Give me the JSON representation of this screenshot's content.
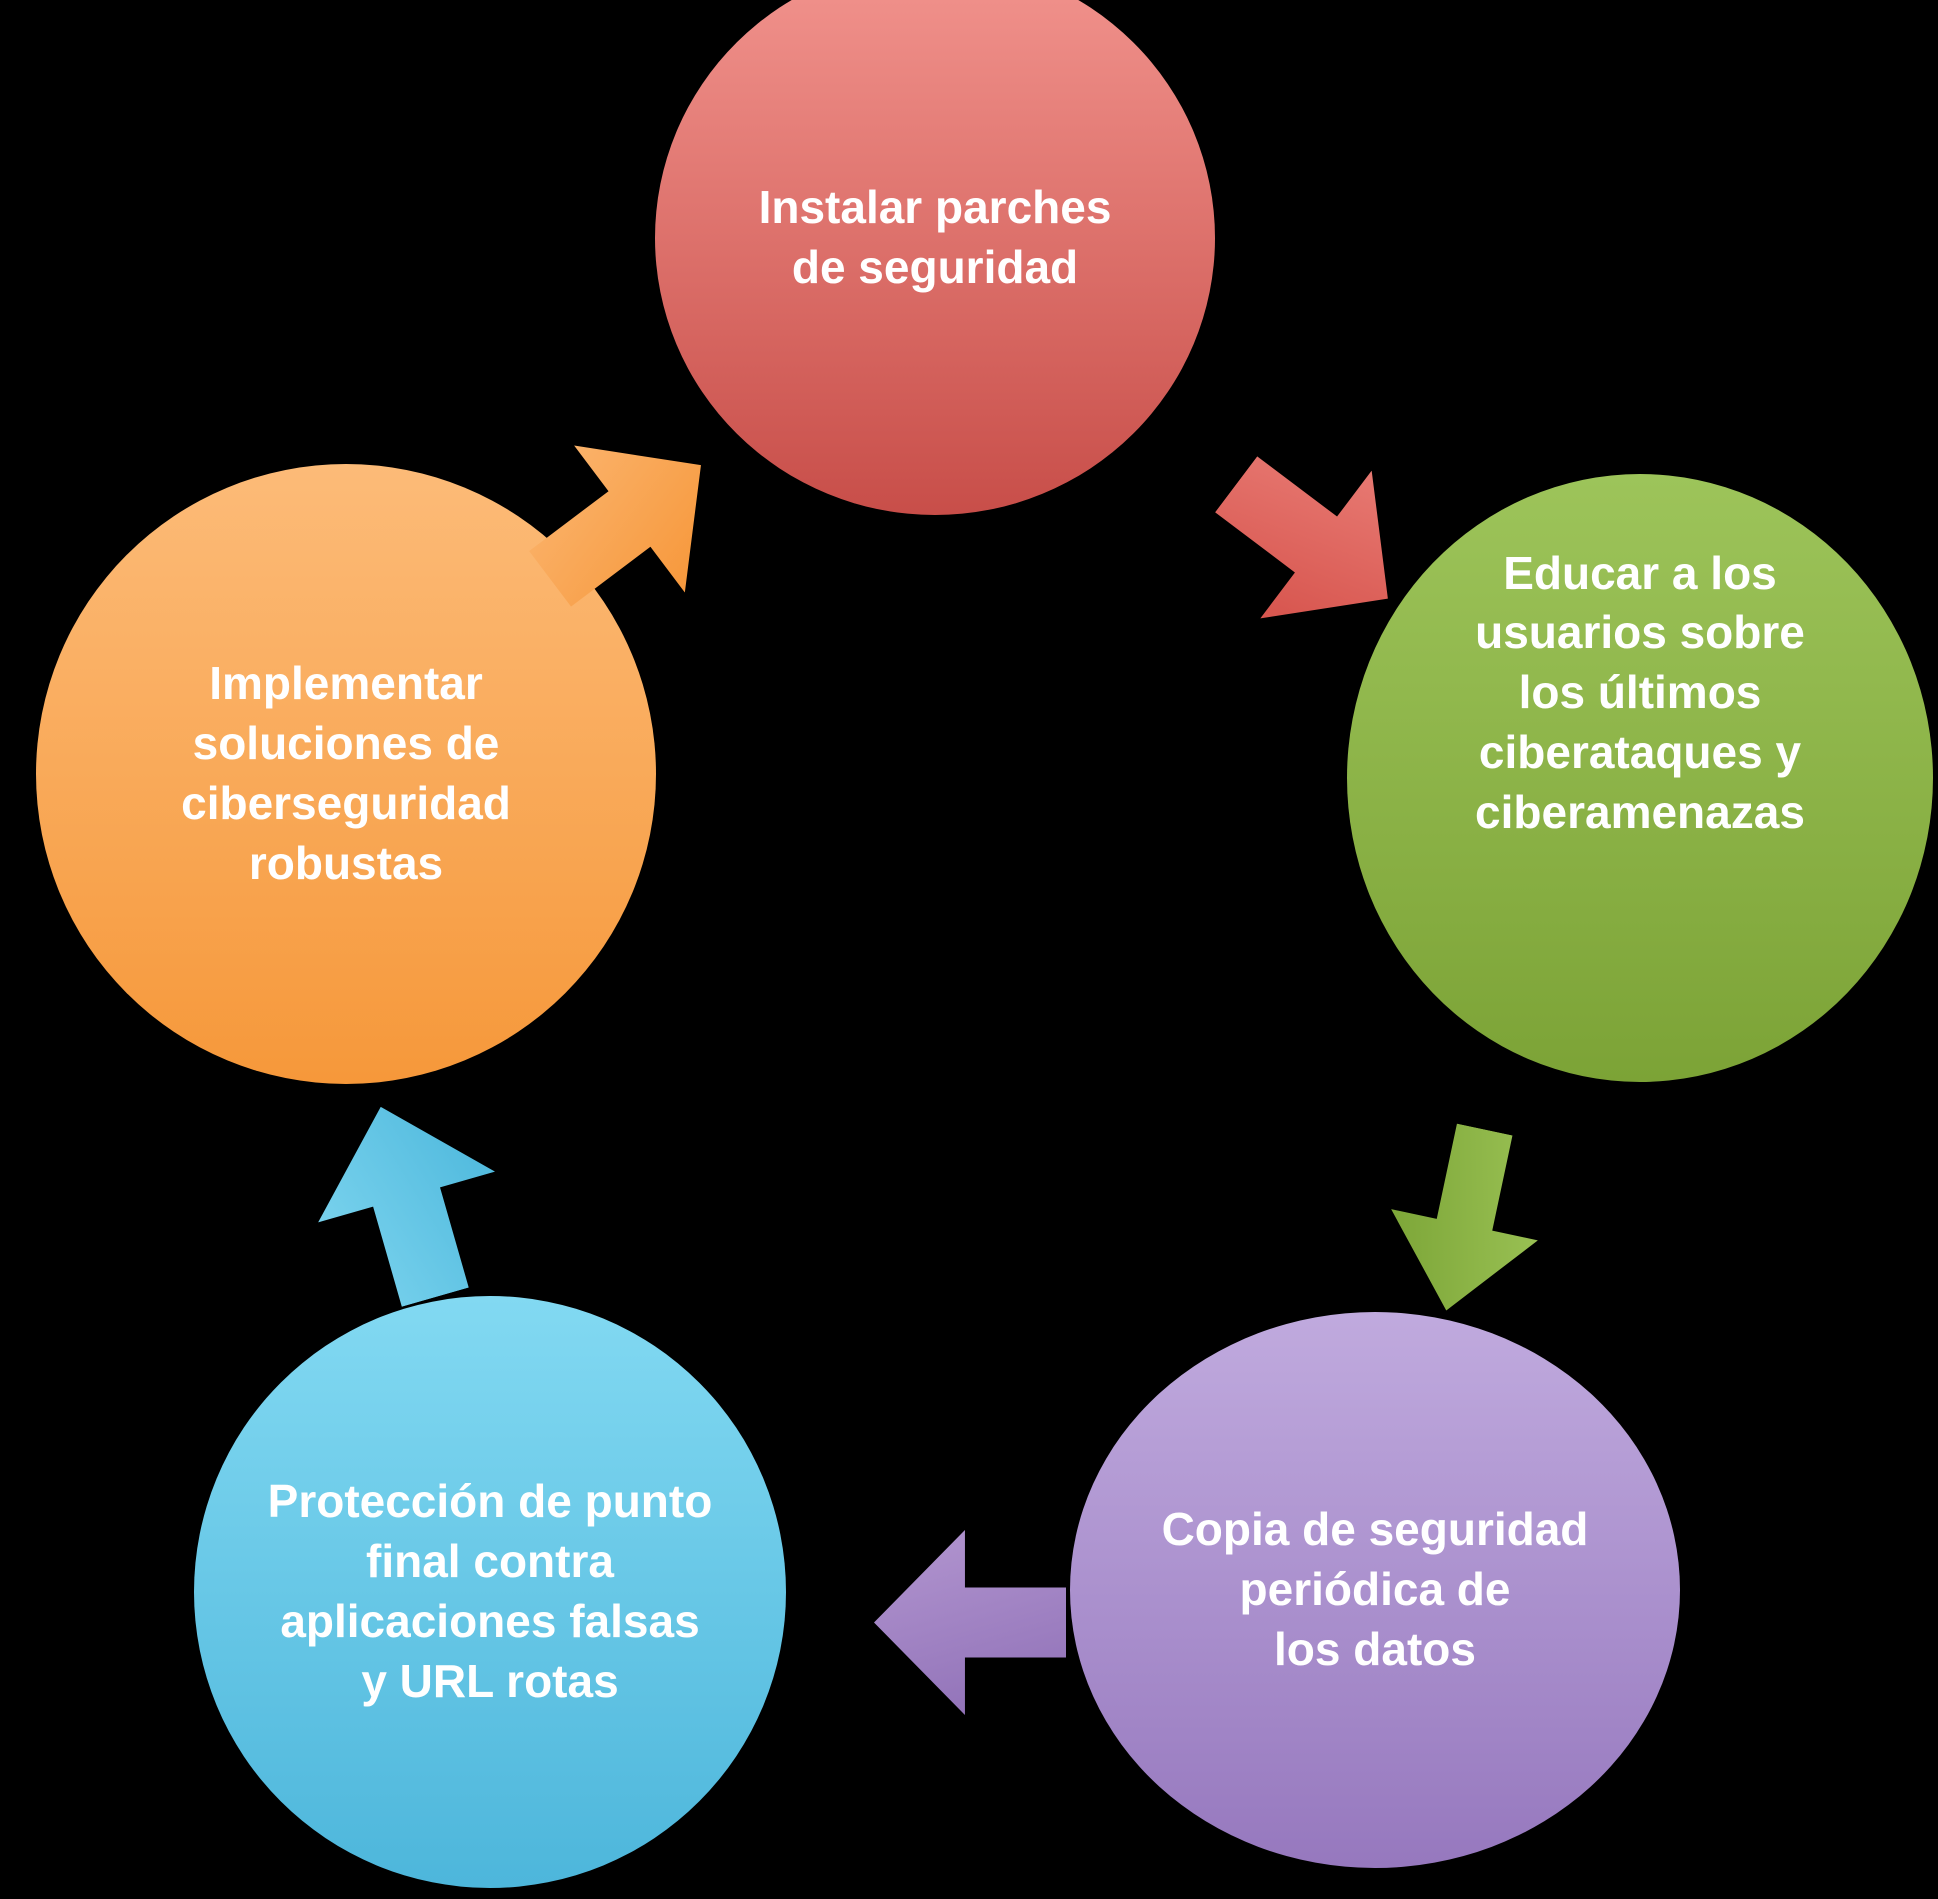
{
  "background_color": "#000000",
  "text_color": "#FFFFFF",
  "steps": [
    {
      "id": "install-patches",
      "text": "Instalar parches\nde seguridad",
      "fill_top": "#F2948E",
      "fill_bottom": "#C84E49"
    },
    {
      "id": "educate-users",
      "text": "Educar a los\nusuarios sobre\nlos últimos\nciberataques y\nciberamenazas",
      "fill_top": "#9DC45A",
      "fill_bottom": "#7CA336"
    },
    {
      "id": "backup-data",
      "text": "Copia de seguridad\nperiódica de\nlos datos",
      "fill_top": "#C0AADE",
      "fill_bottom": "#9678BE"
    },
    {
      "id": "endpoint-protection",
      "text": "Protección de punto\nfinal contra\naplicaciones falsas\ny URL rotas",
      "fill_top": "#82D9F2",
      "fill_bottom": "#4DB6DB"
    },
    {
      "id": "implement-solutions",
      "text": "Implementar\nsoluciones de\nciberseguridad\nrobustas",
      "fill_top": "#FCBB78",
      "fill_bottom": "#F6983A"
    }
  ],
  "arrows": [
    {
      "from": "install-patches",
      "to": "educate-users",
      "fill_light": "#EA7F78",
      "fill_dark": "#D85750"
    },
    {
      "from": "educate-users",
      "to": "backup-data",
      "fill_light": "#9DC457",
      "fill_dark": "#7FA83A"
    },
    {
      "from": "backup-data",
      "to": "endpoint-protection",
      "fill_light": "#AD90CC",
      "fill_dark": "#8E6FB6"
    },
    {
      "from": "endpoint-protection",
      "to": "implement-solutions",
      "fill_light": "#7ED5EF",
      "fill_dark": "#54BCDF"
    },
    {
      "from": "implement-solutions",
      "to": "install-patches",
      "fill_light": "#FBB671",
      "fill_dark": "#F79A3F"
    }
  ]
}
